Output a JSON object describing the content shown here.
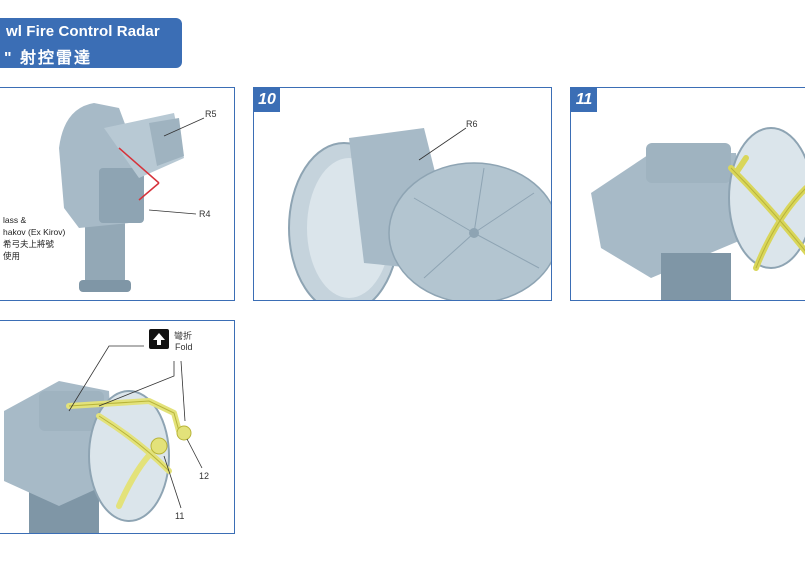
{
  "header": {
    "title_en": "wl Fire Control Radar",
    "title_zh": "\" 射控雷達"
  },
  "panels": [
    {
      "id": "step-9",
      "labels": {
        "r5": "R5",
        "r4": "R4"
      },
      "note_lines": [
        "lass &",
        "hakov (Ex Kirov)",
        "希弓夫上將號",
        "使用"
      ]
    },
    {
      "id": "step-10",
      "number": "10",
      "labels": {
        "r6": "R6"
      }
    },
    {
      "id": "step-11",
      "number": "11"
    },
    {
      "id": "step-12",
      "fold": {
        "zh": "彎折",
        "en": "Fold",
        "icon": "fold-arrow-icon"
      },
      "labels": {
        "p12": "12",
        "p11": "11"
      }
    }
  ],
  "colors": {
    "accent": "#3b6eb5",
    "part_grey": "#9fb3c0",
    "photoetch": "#e3e27a"
  }
}
